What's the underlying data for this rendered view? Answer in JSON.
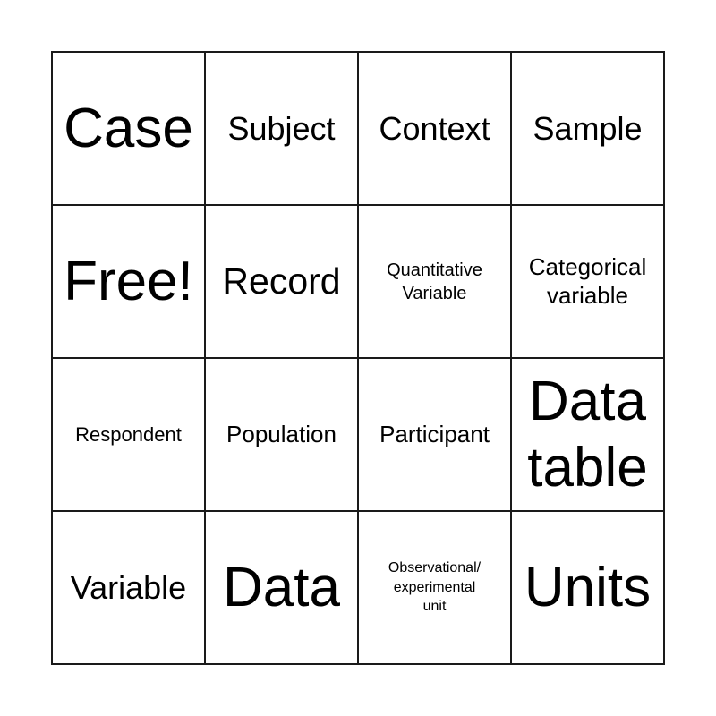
{
  "board": {
    "cells": [
      "Case",
      "Subject",
      "Context",
      "Sample",
      "Free!",
      "Record",
      "Quantitative\nVariable",
      "Categorical\nvariable",
      "Respondent",
      "Population",
      "Participant",
      "Data\ntable",
      "Variable",
      "Data",
      "Observational/\nexperimental\nunit",
      "Units"
    ]
  }
}
